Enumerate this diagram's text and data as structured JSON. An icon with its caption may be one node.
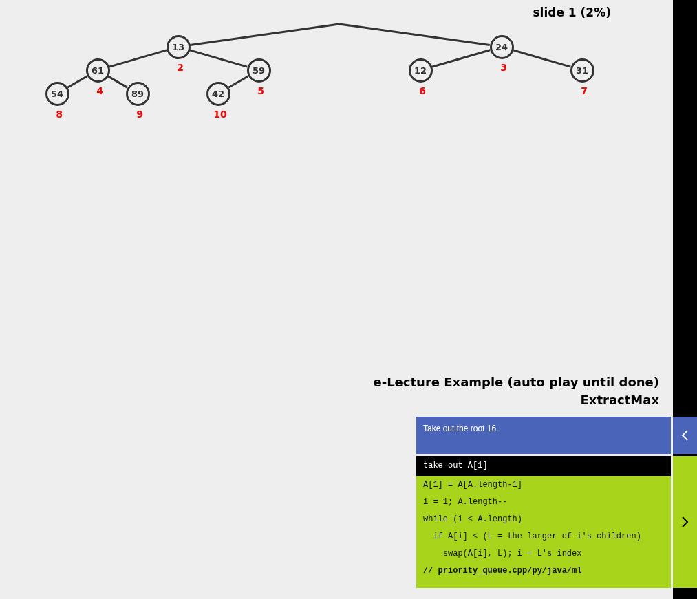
{
  "diagram": {
    "nodes": [
      {
        "text": [
          "13"
        ],
        "beside": [
          "2"
        ]
      },
      {
        "text": [
          "24"
        ],
        "beside": [
          "3"
        ]
      },
      {
        "text": [
          "61"
        ],
        "beside": [
          "4"
        ]
      },
      {
        "text": [
          "59"
        ],
        "beside": [
          "5"
        ]
      },
      {
        "text": [
          "12"
        ],
        "beside": [
          "6"
        ]
      },
      {
        "text": [
          "31"
        ],
        "beside": [
          "7"
        ]
      },
      {
        "text": [
          "54"
        ],
        "beside": [
          "8"
        ]
      },
      {
        "text": [
          "89"
        ],
        "beside": [
          "9"
        ]
      },
      {
        "text": [
          "42"
        ],
        "beside": [
          "10"
        ]
      }
    ],
    "edges": [
      {
        "from": null,
        "to": 0,
        "arrow": "none"
      },
      {
        "from": null,
        "to": 1,
        "arrow": "none"
      },
      {
        "from": 0,
        "to": 2,
        "arrow": "none"
      },
      {
        "from": 0,
        "to": 3,
        "arrow": "none"
      },
      {
        "from": 1,
        "to": 4,
        "arrow": "none"
      },
      {
        "from": 1,
        "to": 5,
        "arrow": "none"
      },
      {
        "from": 2,
        "to": 6,
        "arrow": "none"
      },
      {
        "from": 2,
        "to": 7,
        "arrow": "none"
      },
      {
        "from": 3,
        "to": 8,
        "arrow": "none"
      }
    ],
    "labels": [
      "slide 1 (2%)",
      "e-Lecture Example (auto play until done)",
      "ExtractMax",
      "Take out the root 16.",
      "take out A[1]",
      "A[1] = A[A.length-1]",
      "i = 1; A.length--",
      "while (i < A.length)",
      "  if A[i] < (L = the larger of i's children)",
      "    swap(A[i], L); i = L's index",
      "// priority_queue.cpp/py/java/ml"
    ]
  }
}
